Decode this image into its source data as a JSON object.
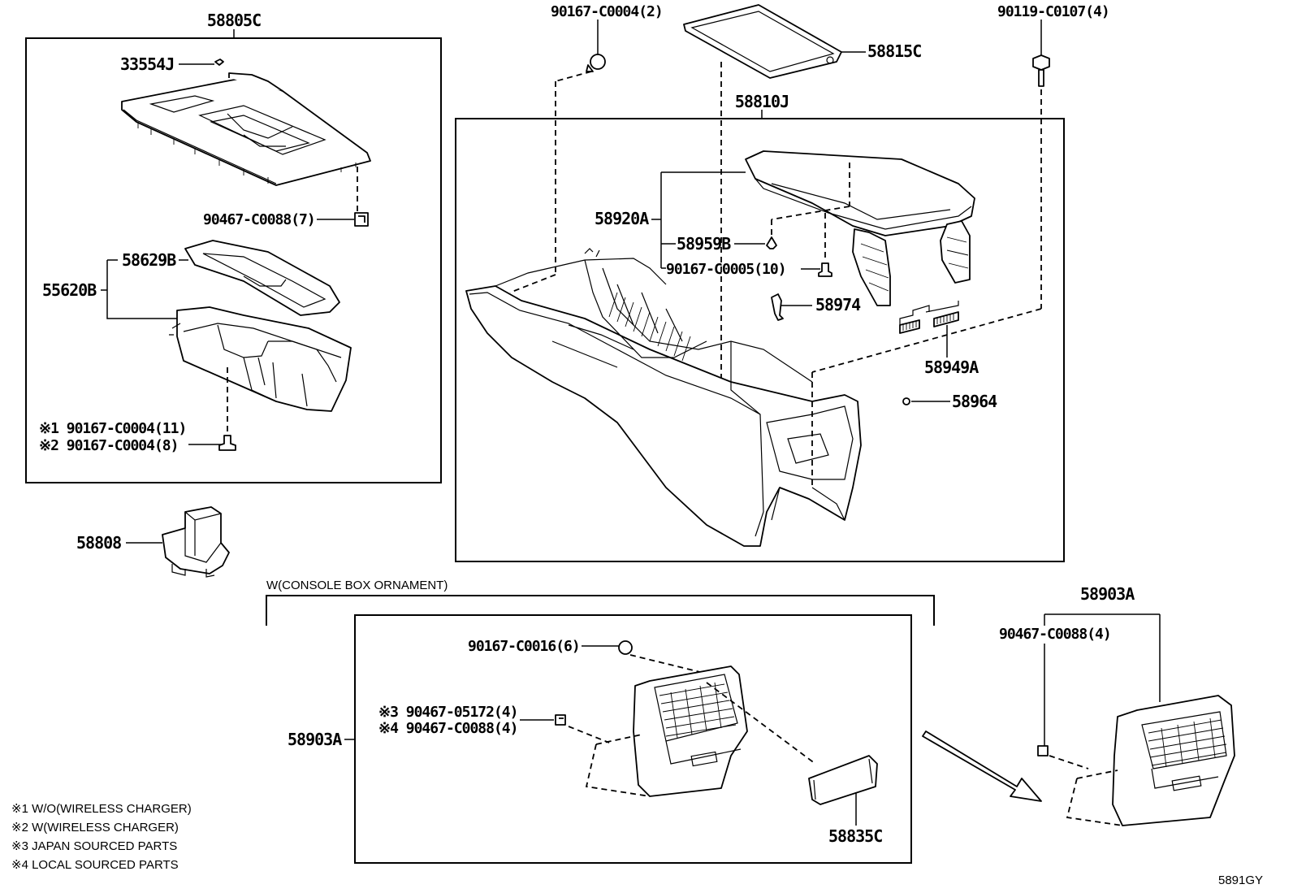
{
  "diagram_code": "5891GY",
  "box_labels": {
    "top_left": "58805C",
    "main": "58810J",
    "ornament_group": "W(CONSOLE BOX ORNAMENT)",
    "right_group": "58903A"
  },
  "callouts": {
    "p33554J": "33554J",
    "p90467_C0088_7": "90467-C0088(7)",
    "p58629B": "58629B",
    "p55620B": "55620B",
    "p90167_C0004_11": "※1 90167-C0004(11)",
    "p90167_C0004_8": "※2 90167-C0004(8)",
    "p58808": "58808",
    "p90167_C0004_2": "90167-C0004(2)",
    "p58815C": "58815C",
    "p90119_C0107_4": "90119-C0107(4)",
    "p58920A": "58920A",
    "p58959B": "58959B",
    "p90167_C0005_10": "90167-C0005(10)",
    "p58974": "58974",
    "p58949A": "58949A",
    "p58964": "58964",
    "p90167_C0016_6": "90167-C0016(6)",
    "p90467_05172_4": "※3 90467-05172(4)",
    "p90467_C0088_4a": "※4 90467-C0088(4)",
    "p58903A_left": "58903A",
    "p58835C": "58835C",
    "p90467_C0088_4b": "90467-C0088(4)"
  },
  "notes": [
    "※1 W/O(WIRELESS CHARGER)",
    "※2 W(WIRELESS CHARGER)",
    "※3 JAPAN SOURCED PARTS",
    "※4 LOCAL SOURCED PARTS"
  ]
}
